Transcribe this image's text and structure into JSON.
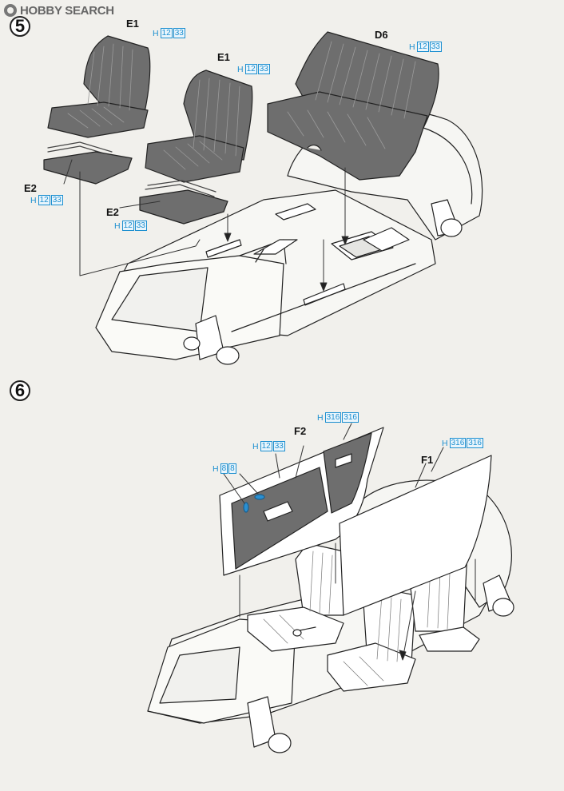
{
  "watermark": {
    "text": "HOBBY SEARCH",
    "icon": "hobby-search-logo-icon"
  },
  "step5": {
    "number": "5",
    "labels": {
      "e1_left": "E1",
      "e1_mid": "E1",
      "d6": "D6",
      "e2_left": "E2",
      "e2_mid": "E2"
    },
    "paint_prefix": "H",
    "paint_codes": [
      "12",
      "33"
    ]
  },
  "step6": {
    "number": "6",
    "labels": {
      "f2": "F2",
      "f1": "F1"
    },
    "paint_prefix": "H",
    "paint_door_card": [
      "12",
      "33"
    ],
    "paint_handles": [
      "8",
      "8"
    ],
    "paint_panel": [
      "316",
      "316"
    ]
  },
  "colors": {
    "paint_callout": "#1c8fd0",
    "seat_fill": "#6e6e6e",
    "line": "#222222"
  }
}
